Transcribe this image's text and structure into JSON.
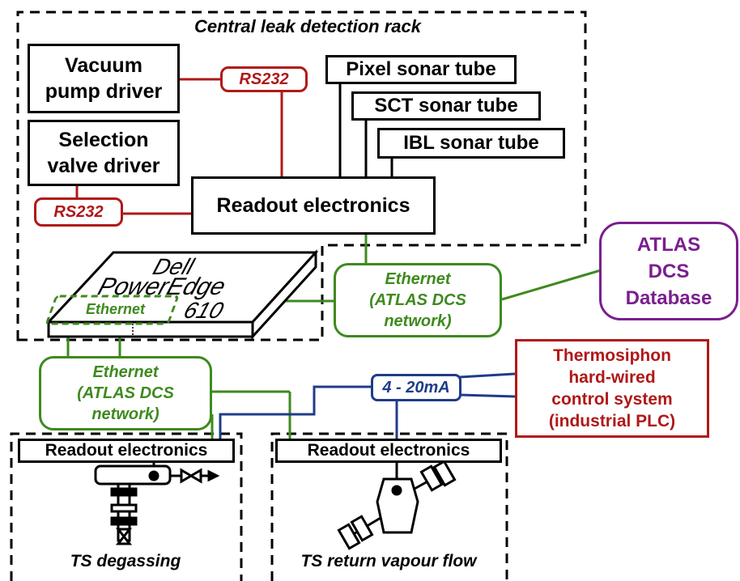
{
  "rack_title": "Central leak detection rack",
  "vacuum_pump_driver": "Vacuum\npump driver",
  "selection_valve_driver": "Selection\nvalve driver",
  "rs232_top": "RS232",
  "rs232_left": "RS232",
  "pixel_tube": "Pixel sonar tube",
  "sct_tube": "SCT sonar tube",
  "ibl_tube": "IBL sonar tube",
  "readout_main": "Readout electronics",
  "dell_line1": "Dell",
  "dell_line2": "PowerEdge",
  "dell_line3": "610",
  "server_ethernet": "Ethernet",
  "ethernet_right": "Ethernet\n(ATLAS DCS\nnetwork)",
  "ethernet_left": "Ethernet\n(ATLAS DCS\nnetwork)",
  "atlas_db": "ATLAS\nDCS\nDatabase",
  "thermosiphon": "Thermosiphon\nhard-wired\ncontrol system\n(industrial PLC)",
  "current_loop": "4 - 20mA",
  "readout_left": "Readout electronics",
  "readout_right": "Readout electronics",
  "ts_degassing": "TS degassing",
  "ts_return": "TS return vapour flow",
  "colors": {
    "red": "#b01818",
    "green": "#3e8a1f",
    "purple": "#7b1e8e",
    "blue": "#1f3c88",
    "black": "#000000"
  }
}
